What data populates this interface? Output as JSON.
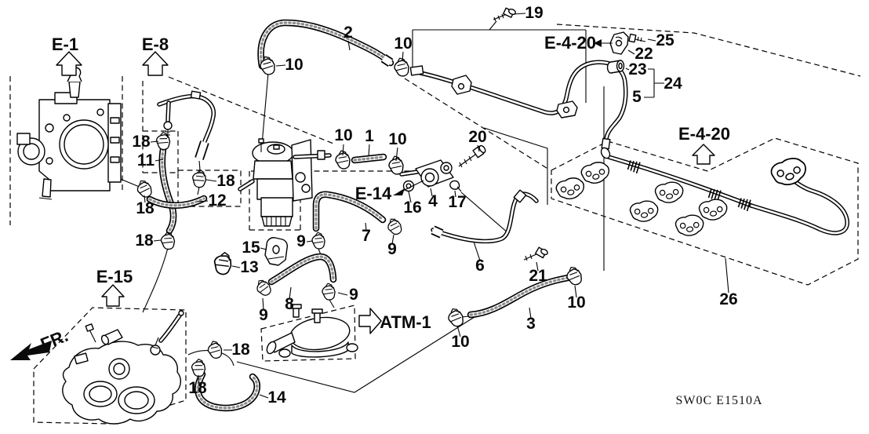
{
  "diagram": {
    "code": "SW0C E1510A",
    "direction_indicator": "FR.",
    "ref_destinations": {
      "e1": "E-1",
      "e8": "E-8",
      "e420_top": "E-4-20",
      "e420_right": "E-4-20",
      "e14": "E-14",
      "e15": "E-15",
      "atm1": "ATM-1"
    },
    "part_numbers": {
      "p1": "1",
      "p2": "2",
      "p3": "3",
      "p4": "4",
      "p5": "5",
      "p6": "6",
      "p7": "7",
      "p8": "8",
      "p9": "9",
      "p10": "10",
      "p11": "11",
      "p12": "12",
      "p13": "13",
      "p14": "14",
      "p15": "15",
      "p16": "16",
      "p17": "17",
      "p18": "18",
      "p19": "19",
      "p20": "20",
      "p21": "21",
      "p22": "22",
      "p23": "23",
      "p24": "24",
      "p25": "25",
      "p26": "26"
    }
  }
}
